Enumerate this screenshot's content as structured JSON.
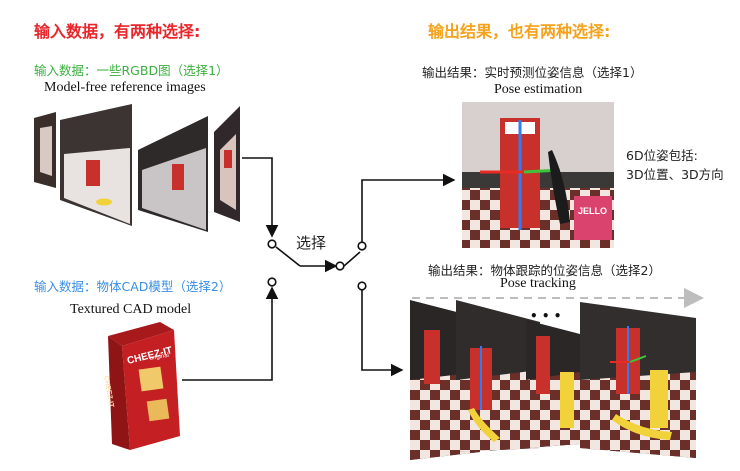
{
  "left": {
    "title": "输入数据，有两种选择:",
    "option1_label": "输入数据：一些RGBD图（选择1）",
    "option1_caption": "Model-free reference images",
    "option2_label": "输入数据：物体CAD模型（选择2）",
    "option2_caption": "Textured CAD model",
    "box_front_text": "CHEEZ-IT",
    "box_side_text": "CHEEZ-IT",
    "box_sub_text": "original"
  },
  "center": {
    "switch_label": "选择"
  },
  "right": {
    "title": "输出结果，也有两种选择:",
    "output1_label": "输出结果：实时预测位姿信息（选择1）",
    "output1_caption": "Pose estimation",
    "note_line1": "6D位姿包括:",
    "note_line2": "3D位置、3D方向",
    "output2_label": "输出结果：物体跟踪的位姿信息（选择2）",
    "output2_caption": "Pose tracking",
    "ellipsis": "• • •",
    "jello_text": "JELLO"
  },
  "colors": {
    "red": "#e8262b",
    "orange": "#f5a21c",
    "green": "#3ab03e",
    "blue": "#3a8ee6"
  }
}
